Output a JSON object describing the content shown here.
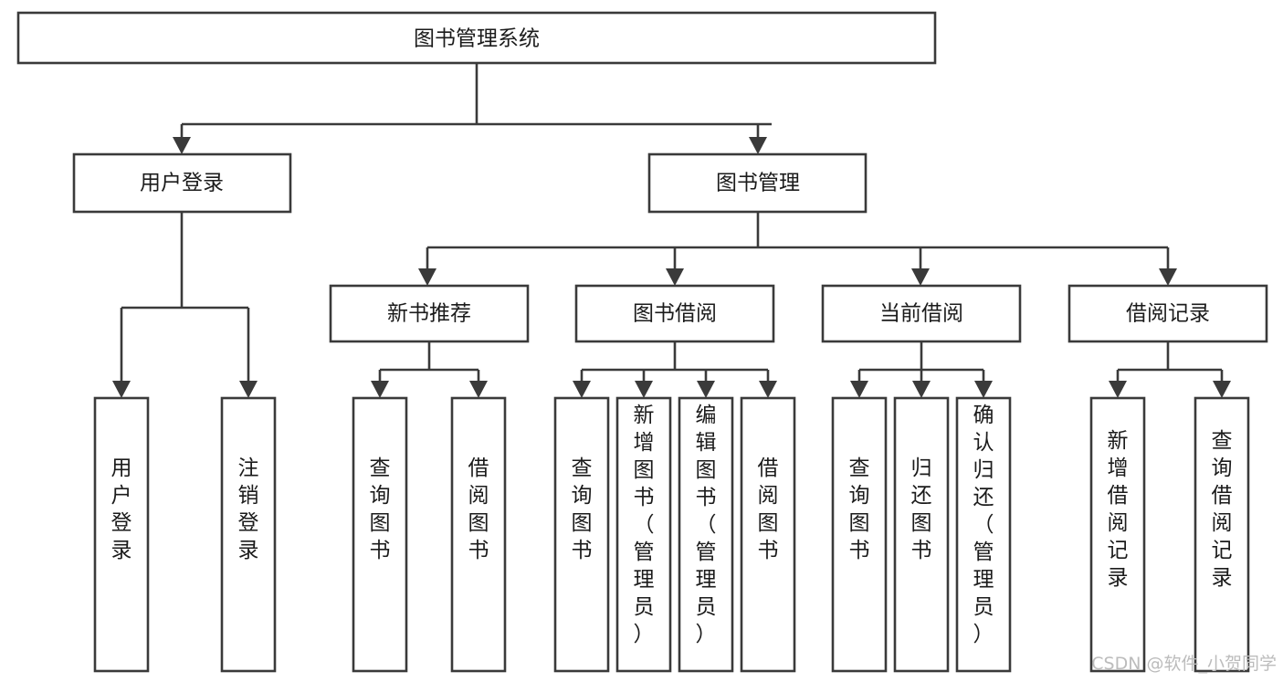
{
  "diagram": {
    "title": "图书管理系统",
    "type": "tree-hierarchy-chart",
    "watermark": "CSDN @软件_小贺同学",
    "root": {
      "id": "root",
      "label": "图书管理系统"
    },
    "level2": [
      {
        "id": "user-login",
        "label": "用户登录"
      },
      {
        "id": "book-manage",
        "label": "图书管理"
      }
    ],
    "level3": [
      {
        "id": "new-book-recommend",
        "label": "新书推荐",
        "parent": "book-manage"
      },
      {
        "id": "book-borrow",
        "label": "图书借阅",
        "parent": "book-manage"
      },
      {
        "id": "current-borrow",
        "label": "当前借阅",
        "parent": "book-manage"
      },
      {
        "id": "borrow-record",
        "label": "借阅记录",
        "parent": "book-manage"
      }
    ],
    "leaves": [
      {
        "id": "leaf-user-login",
        "label": "用户登录",
        "parent": "user-login"
      },
      {
        "id": "leaf-user-logout",
        "label": "注销登录",
        "parent": "user-login"
      },
      {
        "id": "leaf-query-book-1",
        "label": "查询图书",
        "parent": "new-book-recommend"
      },
      {
        "id": "leaf-borrow-book-1",
        "label": "借阅图书",
        "parent": "new-book-recommend"
      },
      {
        "id": "leaf-query-book-2",
        "label": "查询图书",
        "parent": "book-borrow"
      },
      {
        "id": "leaf-add-book",
        "label": "新增图书（管理员）",
        "parent": "book-borrow"
      },
      {
        "id": "leaf-edit-book",
        "label": "编辑图书（管理员）",
        "parent": "book-borrow"
      },
      {
        "id": "leaf-borrow-book-2",
        "label": "借阅图书",
        "parent": "book-borrow"
      },
      {
        "id": "leaf-query-book-3",
        "label": "查询图书",
        "parent": "current-borrow"
      },
      {
        "id": "leaf-return-book",
        "label": "归还图书",
        "parent": "current-borrow"
      },
      {
        "id": "leaf-confirm-return",
        "label": "确认归还（管理员）",
        "parent": "current-borrow"
      },
      {
        "id": "leaf-add-record",
        "label": "新增借阅记录",
        "parent": "borrow-record"
      },
      {
        "id": "leaf-query-record",
        "label": "查询借阅记录",
        "parent": "borrow-record"
      }
    ],
    "colors": {
      "stroke": "#3a3a3a",
      "fill": "#ffffff",
      "text": "#1b1b1b",
      "watermark": "#bcbcbc"
    }
  }
}
